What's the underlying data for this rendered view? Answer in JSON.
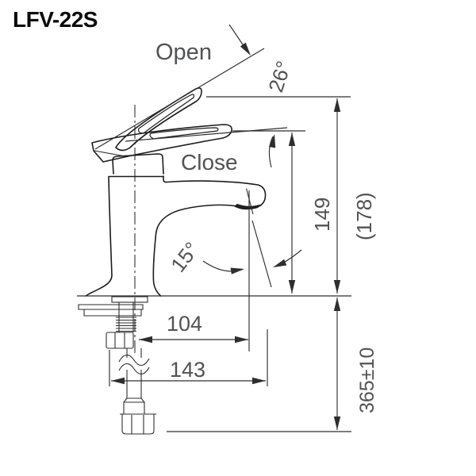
{
  "title": "LFV-22S",
  "drawing": {
    "type": "faucet-technical-dimension-drawing",
    "labels": {
      "open": "Open",
      "close": "Close"
    },
    "dimensions": {
      "open_angle": "26°",
      "spout_height": "149",
      "overall_height": "(178)",
      "outlet_angle": "15°",
      "spout_reach": "104",
      "overall_reach": "143",
      "hose_length": "365±10"
    },
    "colors": {
      "line": "#1c1c1c",
      "dimension_line": "#2e2e2e",
      "dimension_text": "#515254",
      "title_text": "#0b0b0b",
      "background": "#ffffff"
    }
  }
}
